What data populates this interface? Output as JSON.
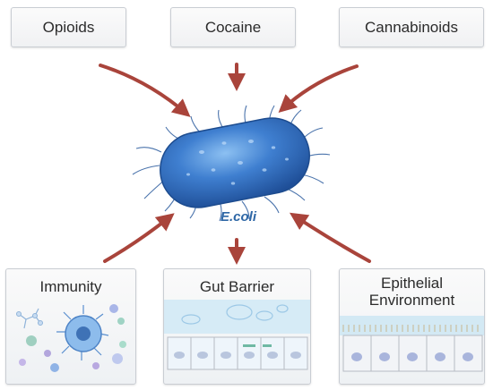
{
  "inputs": [
    {
      "label": "Opioids"
    },
    {
      "label": "Cocaine"
    },
    {
      "label": "Cannabinoids"
    }
  ],
  "center": {
    "label": "E.coli"
  },
  "outputs": [
    {
      "label": "Immunity"
    },
    {
      "label": "Gut Barrier"
    },
    {
      "label": "Epithelial Environment"
    }
  ],
  "colors": {
    "arrow": "#a9443b",
    "bacterium": "#3f7fd0",
    "label": "#2e67a6"
  }
}
